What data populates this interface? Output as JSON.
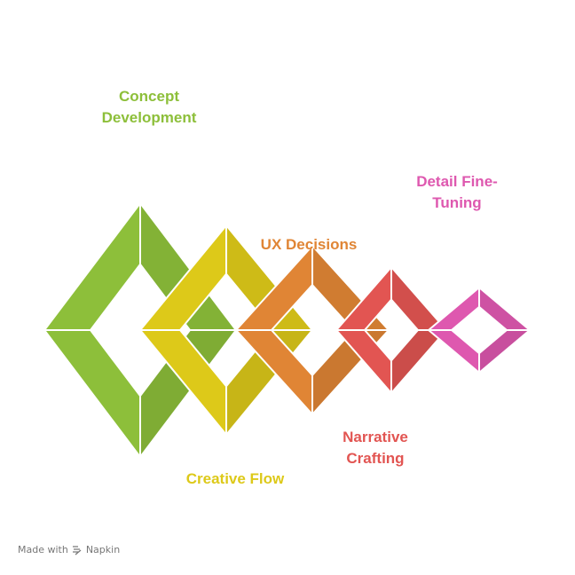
{
  "stages": [
    {
      "id": "concept",
      "label_lines": [
        "Concept",
        "Development"
      ],
      "color": "#8DBF3A"
    },
    {
      "id": "creative",
      "label_lines": [
        "Creative Flow"
      ],
      "color": "#DDC919"
    },
    {
      "id": "ux",
      "label_lines": [
        "UX Decisions"
      ],
      "color": "#E08535"
    },
    {
      "id": "narrative",
      "label_lines": [
        "Narrative",
        "Crafting"
      ],
      "color": "#E25552"
    },
    {
      "id": "detail",
      "label_lines": [
        "Detail Fine-",
        "Tuning"
      ],
      "color": "#DE58AF"
    }
  ],
  "footer": {
    "made_with": "Made with",
    "brand": "Napkin",
    "icon": "napkin-logo-icon"
  }
}
